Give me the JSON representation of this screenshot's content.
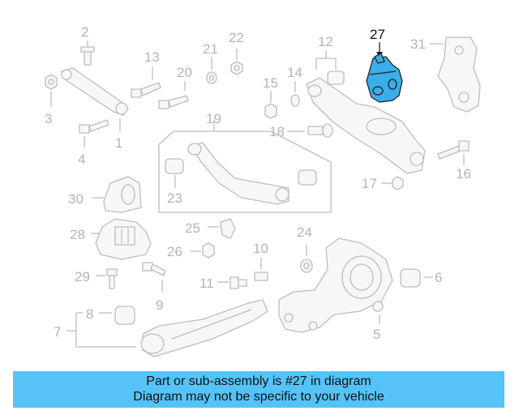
{
  "highlight_color": "#3aaee8",
  "banner_color": "#55c3f7",
  "callouts": {
    "c1": "1",
    "c2": "2",
    "c3": "3",
    "c4": "4",
    "c5": "5",
    "c6": "6",
    "c7": "7",
    "c8": "8",
    "c9": "9",
    "c10": "10",
    "c11": "11",
    "c12": "12",
    "c13": "13",
    "c14": "14",
    "c15": "15",
    "c16": "16",
    "c17": "17",
    "c18": "18",
    "c19": "19",
    "c20": "20",
    "c21": "21",
    "c22": "22",
    "c23": "23",
    "c24": "24",
    "c25": "25",
    "c26": "26",
    "c27": "27",
    "c28": "28",
    "c29": "29",
    "c30": "30",
    "c31": "31"
  },
  "banner": {
    "line1": "Part or sub-assembly is #27 in diagram",
    "line2": "Diagram may not be specific to your vehicle"
  }
}
